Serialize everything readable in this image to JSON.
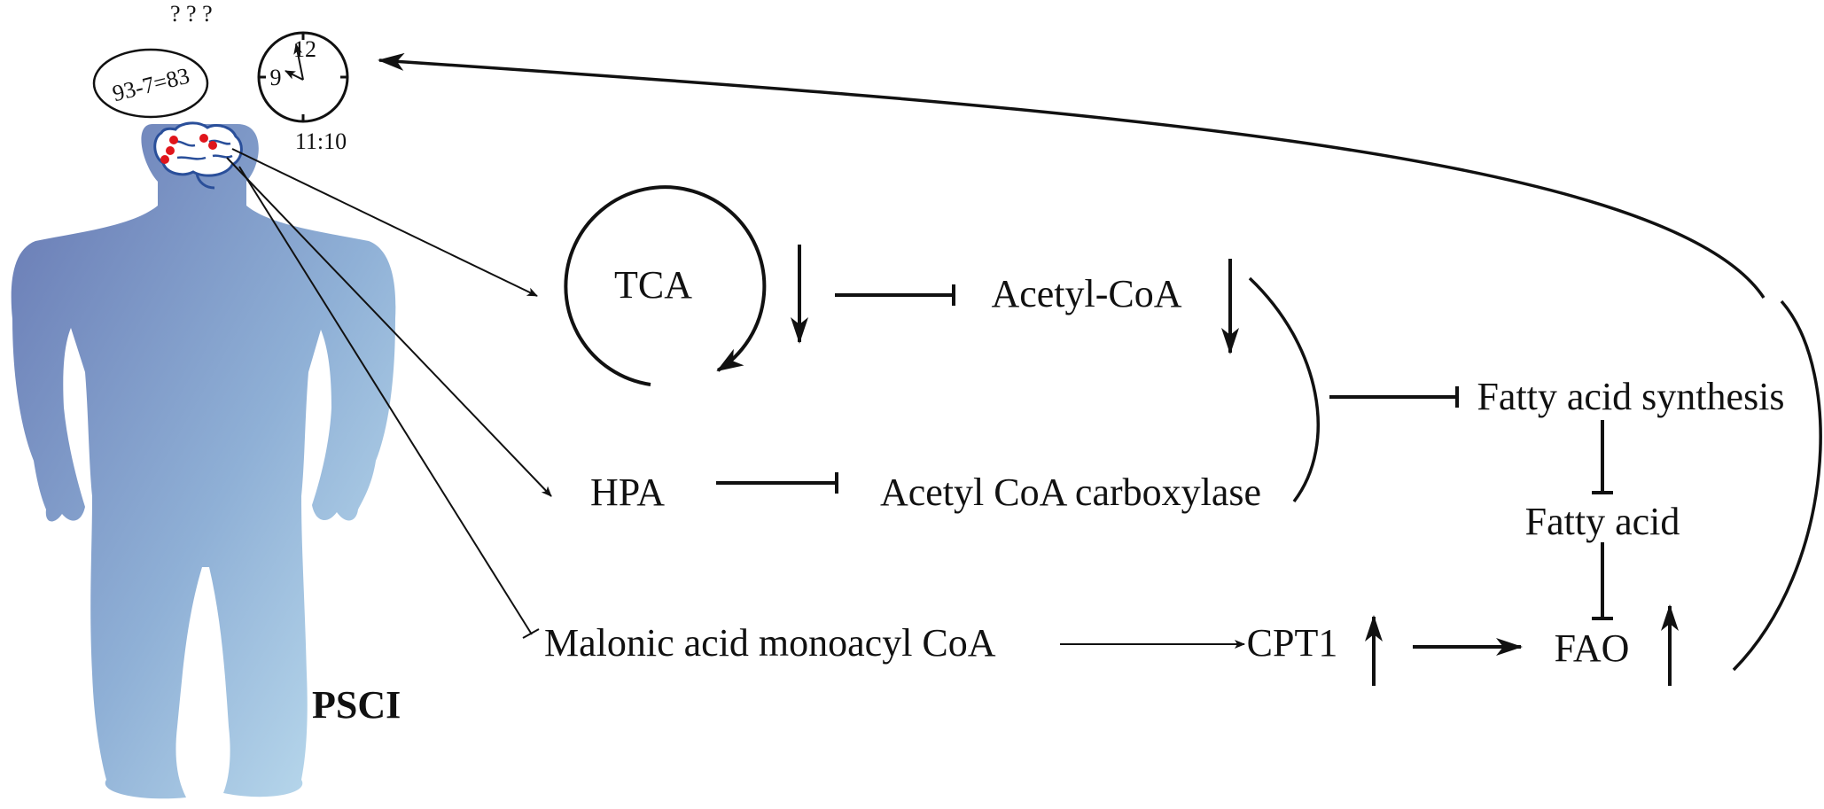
{
  "annotations": {
    "question_marks": "? ? ?",
    "calculation": "93-7=83",
    "clock_12": "12",
    "clock_9": "9",
    "clock_time": "11:10"
  },
  "subject_label": "PSCI",
  "nodes": {
    "tca": "TCA",
    "acetyl_coa": "Acetyl-CoA",
    "hpa": "HPA",
    "acetyl_coa_carboxylase": "Acetyl CoA carboxylase",
    "malonic": "Malonic acid monoacyl CoA",
    "cpt1": "CPT1",
    "fao": "FAO",
    "fatty_acid_synthesis": "Fatty acid synthesis",
    "fatty_acid": "Fatty acid"
  },
  "colors": {
    "body_top": "#6f80b8",
    "body_bottom": "#b4d8ec",
    "brain_marks": "#e0151b",
    "lines": "#111111"
  }
}
